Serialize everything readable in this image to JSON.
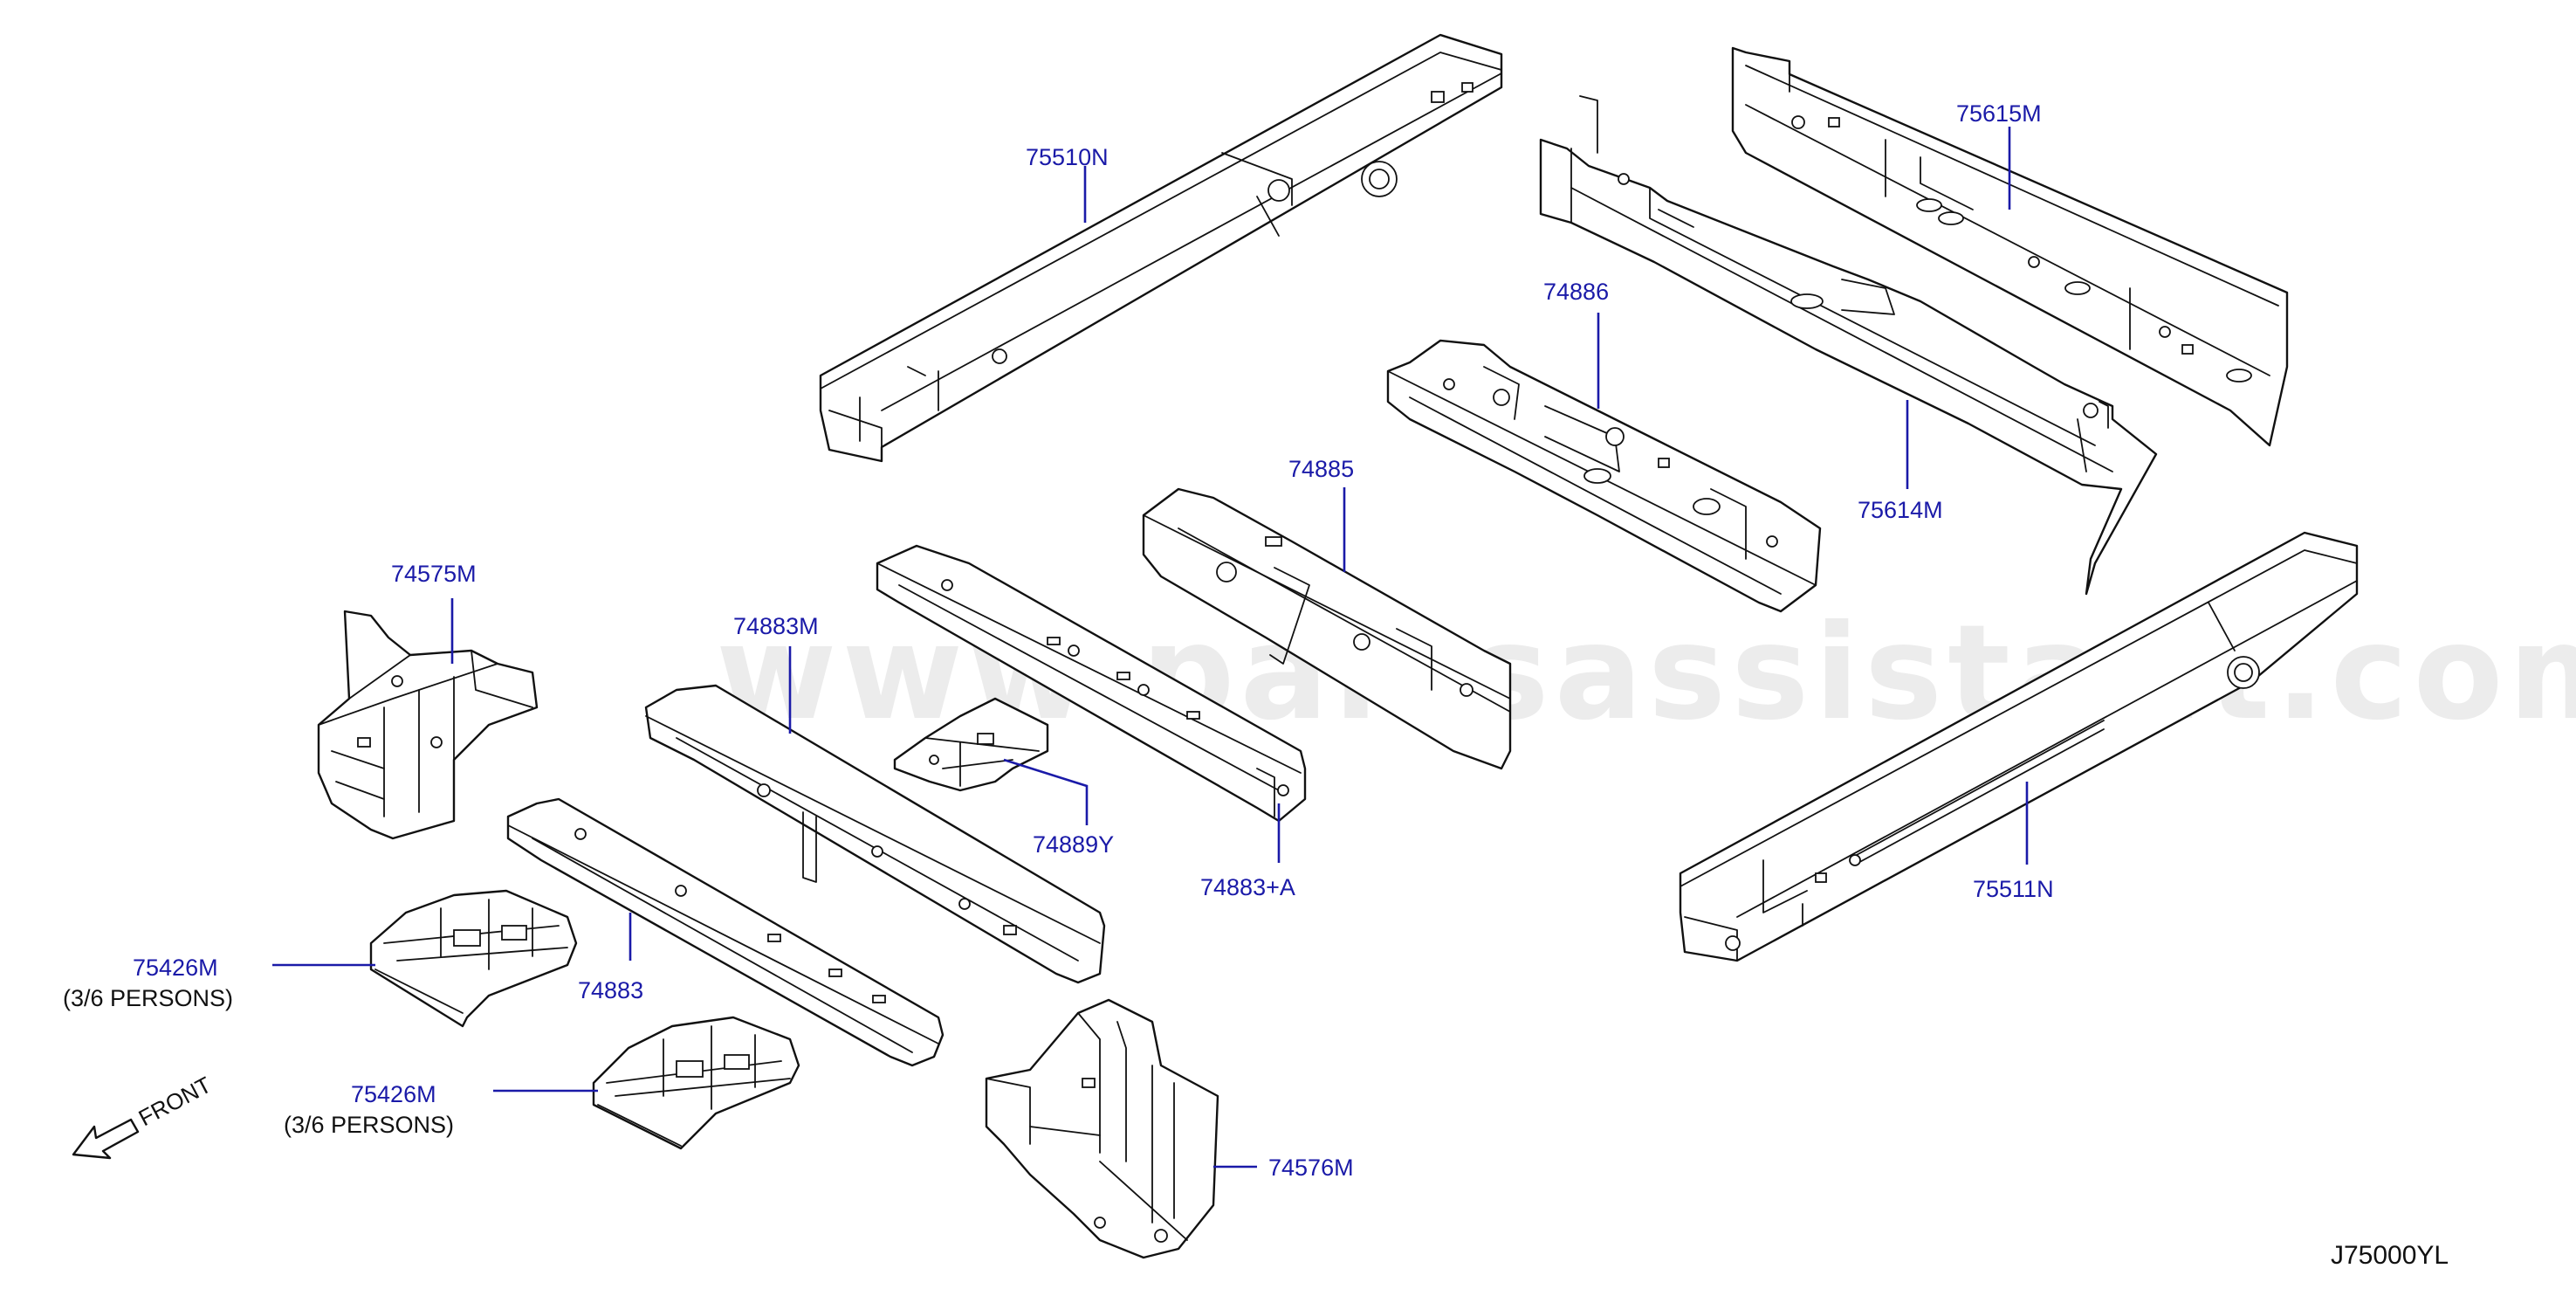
{
  "diagram": {
    "watermark": "www.partsassistant.com",
    "diagram_code": "J75000YL",
    "front_label": "FRONT",
    "parts": [
      {
        "id": "75510N",
        "label": "75510N",
        "note": ""
      },
      {
        "id": "75615M",
        "label": "75615M",
        "note": ""
      },
      {
        "id": "74886",
        "label": "74886",
        "note": ""
      },
      {
        "id": "75614M",
        "label": "75614M",
        "note": ""
      },
      {
        "id": "74885",
        "label": "74885",
        "note": ""
      },
      {
        "id": "74575M",
        "label": "74575M",
        "note": ""
      },
      {
        "id": "74883M",
        "label": "74883M",
        "note": ""
      },
      {
        "id": "74889Y",
        "label": "74889Y",
        "note": ""
      },
      {
        "id": "74883A",
        "label": "74883+A",
        "note": ""
      },
      {
        "id": "75511N",
        "label": "75511N",
        "note": ""
      },
      {
        "id": "75426M-a",
        "label": "75426M",
        "note": "(3/6   PERSONS)"
      },
      {
        "id": "74883",
        "label": "74883",
        "note": ""
      },
      {
        "id": "75426M-b",
        "label": "75426M",
        "note": "(3/6   PERSONS)"
      },
      {
        "id": "74576M",
        "label": "74576M",
        "note": ""
      }
    ]
  }
}
